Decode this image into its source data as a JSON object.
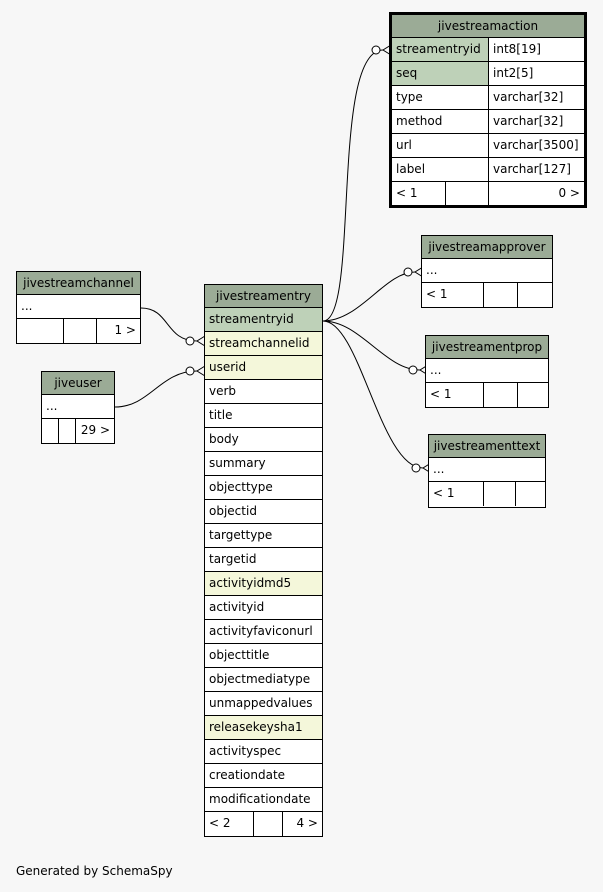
{
  "footer": "Generated by SchemaSpy",
  "tables": {
    "jivestreamaction": {
      "title": "jivestreamaction",
      "columns": [
        {
          "name": "streamentryid",
          "type": "int8[19]"
        },
        {
          "name": "seq",
          "type": "int2[5]"
        },
        {
          "name": "type",
          "type": "varchar[32]"
        },
        {
          "name": "method",
          "type": "varchar[32]"
        },
        {
          "name": "url",
          "type": "varchar[3500]"
        },
        {
          "name": "label",
          "type": "varchar[127]"
        }
      ],
      "footer_left": "< 1",
      "footer_right": "0 >"
    },
    "jivestreamapprover": {
      "title": "jivestreamapprover",
      "ellipsis": "...",
      "footer_left": "< 1"
    },
    "jivestreamentprop": {
      "title": "jivestreamentprop",
      "ellipsis": "...",
      "footer_left": "< 1"
    },
    "jivestreamenttext": {
      "title": "jivestreamenttext",
      "ellipsis": "...",
      "footer_left": "< 1"
    },
    "jivestreamchannel": {
      "title": "jivestreamchannel",
      "ellipsis": "...",
      "footer_right": "1 >"
    },
    "jiveuser": {
      "title": "jiveuser",
      "ellipsis": "...",
      "footer_right": "29 >"
    },
    "jivestreamentry": {
      "title": "jivestreamentry",
      "columns": [
        "streamentryid",
        "streamchannelid",
        "userid",
        "verb",
        "title",
        "body",
        "summary",
        "objecttype",
        "objectid",
        "targettype",
        "targetid",
        "activityidmd5",
        "activityid",
        "activityfaviconurl",
        "objecttitle",
        "objectmediatype",
        "unmappedvalues",
        "releasekeysha1",
        "activityspec",
        "creationdate",
        "modificationdate"
      ],
      "footer_left": "< 2",
      "footer_right": "4 >"
    }
  },
  "colors": {
    "header": "#9bab96",
    "primary_key": "#bed1b8",
    "indexed": "#f4f7da",
    "background": "#f7f7f7"
  }
}
